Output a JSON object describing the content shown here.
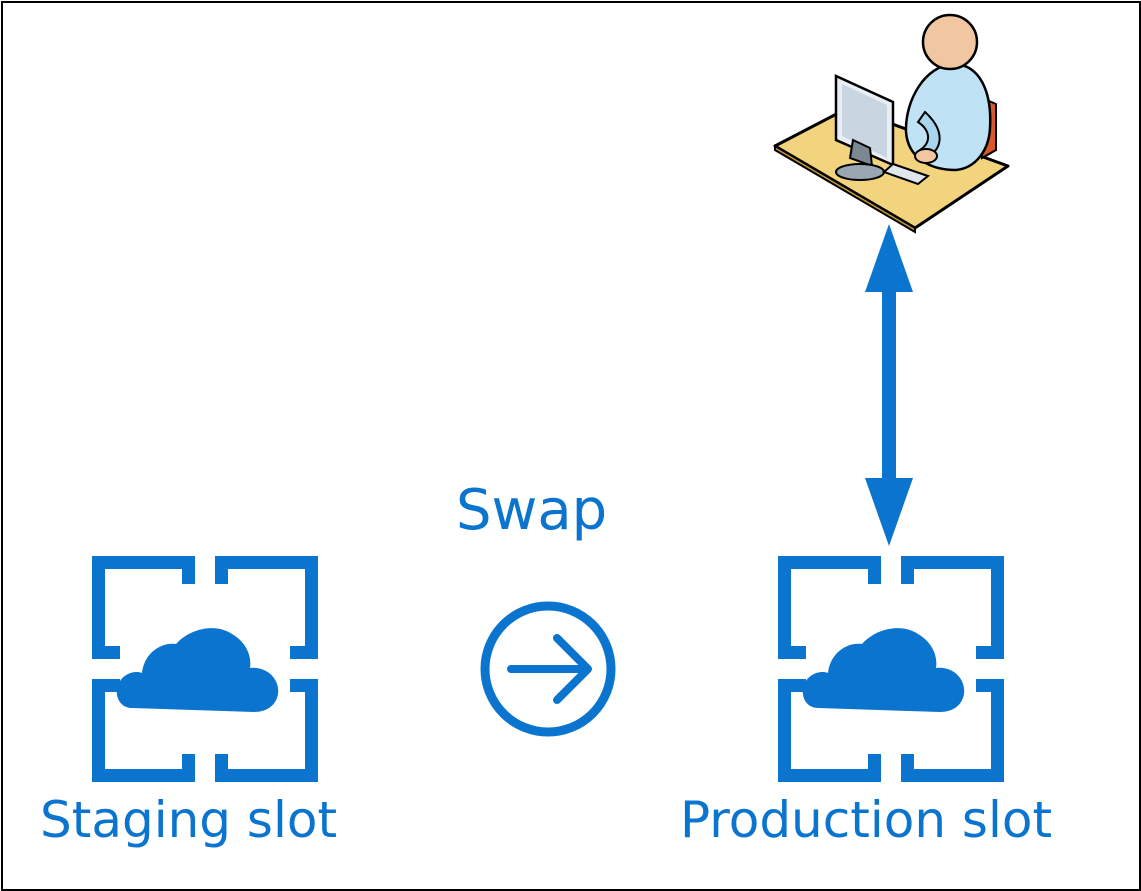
{
  "diagram": {
    "swap_label": "Swap",
    "staging_label": "Staging slot",
    "production_label": "Production slot",
    "icons": {
      "staging": "app-service-icon",
      "production": "app-service-icon",
      "swap_arrow": "arrow-circle-right-icon",
      "user": "user-at-computer-icon",
      "connection": "bidirectional-arrow-icon"
    },
    "colors": {
      "accent": "#0b74cf",
      "desk": "#f2d37e",
      "desk_edge": "#c99a3a",
      "person_skin": "#f1c7a2",
      "person_shirt": "#bfe3f4",
      "chair": "#d9572b"
    }
  }
}
